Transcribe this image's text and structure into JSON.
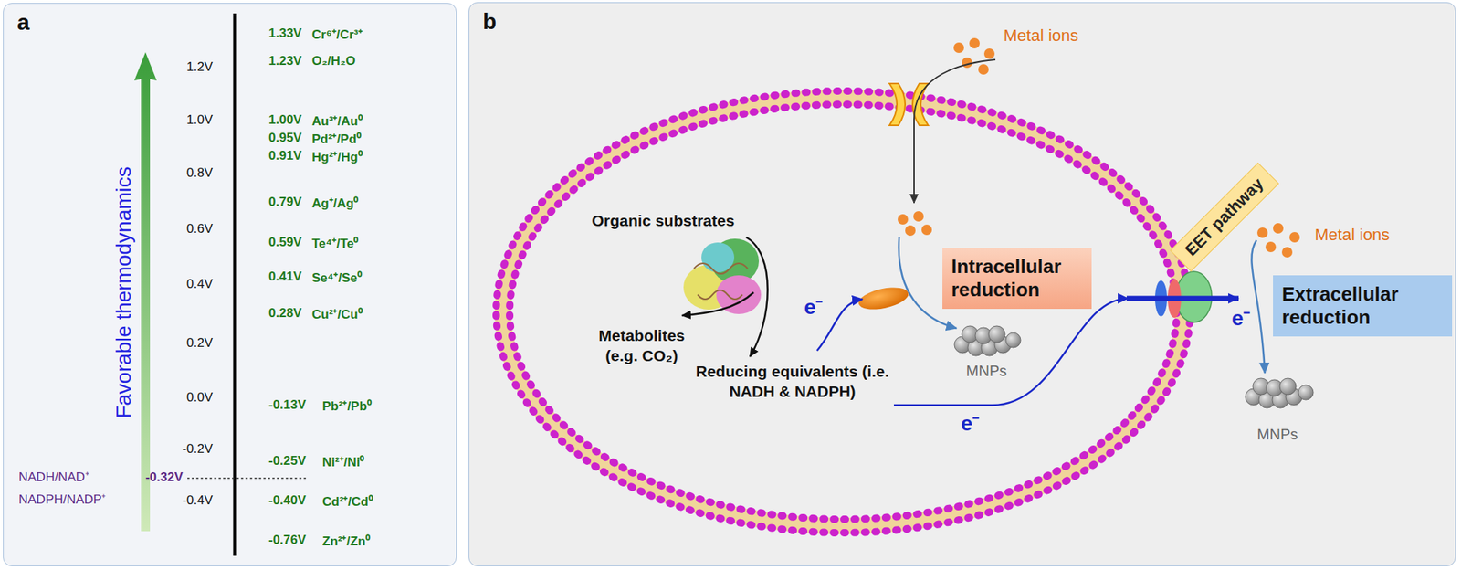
{
  "diagram": {
    "nodes": [
      {
        "text": [
          "a"
        ]
      },
      {
        "text": [
          "b"
        ]
      },
      {
        "text": [
          "Intracellular reduction"
        ],
        "in": 1
      },
      {
        "text": [
          "EET pathway"
        ],
        "in": 1
      },
      {
        "text": [
          "Extracellular reduction"
        ],
        "in": 1
      }
    ],
    "labels": [
      "1.2V",
      "1.0V",
      "0.8V",
      "0.6V",
      "0.4V",
      "0.2V",
      "0.0V",
      "-0.2V",
      "-0.4V",
      "Favorable thermodynamics",
      "1.33V",
      "Cr⁶⁺/Cr³⁺",
      "1.23V",
      "O₂/H₂O",
      "1.00V",
      "Au³⁺/Au⁰",
      "0.95V",
      "Pd²⁺/Pd⁰",
      "0.91V",
      "Hg²⁺/Hg⁰",
      "0.79V",
      "Ag⁺/Ag⁰",
      "0.59V",
      "Te⁴⁺/Te⁰",
      "0.41V",
      "Se⁴⁺/Se⁰",
      "0.28V",
      "Cu²⁺/Cu⁰",
      "-0.13V",
      "Pb²⁺/Pb⁰",
      "-0.25V",
      "Ni²⁺/Ni⁰",
      "-0.40V",
      "Cd²⁺/Cd⁰",
      "-0.76V",
      "Zn²⁺/Zn⁰",
      "NADH/NAD⁺",
      "NADPH/NADP⁺",
      "-0.32V",
      "Metal ions",
      "Organic substrates",
      "Metabolites (e.g. CO₂)",
      "Reducing equivalents (i.e. NADH & NADPH)",
      "e⁻",
      "MNPs",
      "e⁻",
      "Metal ions",
      "e⁻",
      "MNPs"
    ]
  }
}
